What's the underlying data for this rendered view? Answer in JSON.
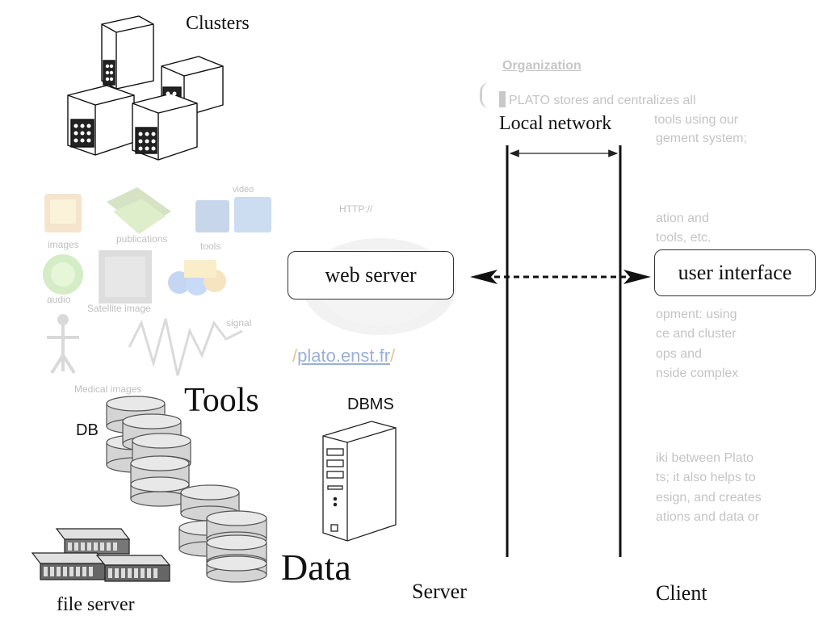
{
  "labels": {
    "clusters": "Clusters",
    "local_network": "Local network",
    "web_server": "web server",
    "user_interface": "user interface",
    "tools": "Tools",
    "data": "Data",
    "db": "DB",
    "dbms": "DBMS",
    "file_server": "file server",
    "server": "Server",
    "client": "Client",
    "http": "HTTP://",
    "url": "plato.enst.fr"
  },
  "media_labels": {
    "video": "video",
    "images": "images",
    "publications": "publications",
    "tools": "tools",
    "audio": "audio",
    "satellite": "Satellite image",
    "signal": "signal",
    "medical": "Medical images"
  },
  "background_text": {
    "heading": "Organization",
    "line1": "PLATO   stores   and   centralizes   all",
    "line2": "tools  using  our",
    "line3": "gement system;",
    "line4": "ation and",
    "line5": "tools, etc.",
    "line6": "opment: using",
    "line7": "ce and cluster",
    "line8": "ops and",
    "line9": "nside complex",
    "line10": "iki  between  Plato",
    "line11": "ts; it also helps to",
    "line12": "esign, and creates",
    "line13": "ations and data or"
  }
}
